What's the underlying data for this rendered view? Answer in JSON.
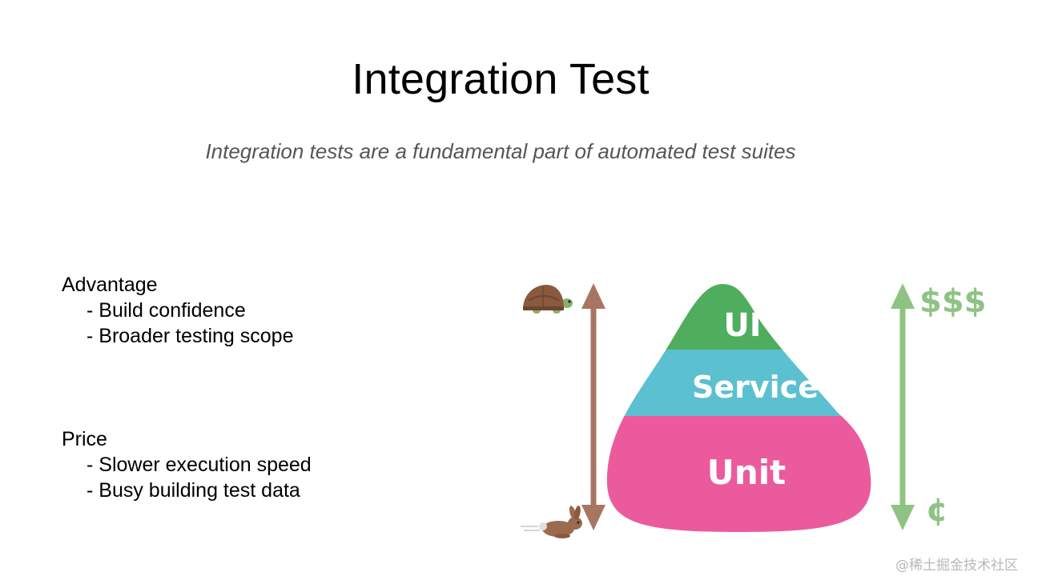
{
  "slide": {
    "title": "Integration Test",
    "subtitle": "Integration tests are a fundamental part of automated test suites"
  },
  "advantage": {
    "heading": "Advantage",
    "items": [
      "- Build confidence",
      "- Broader testing scope"
    ]
  },
  "price": {
    "heading": "Price",
    "items": [
      "- Slower execution speed",
      "- Busy building test data"
    ]
  },
  "pyramid": {
    "layers": [
      {
        "label": "UI",
        "color": "#4fae5d"
      },
      {
        "label": "Service",
        "color": "#5bc0cf"
      },
      {
        "label": "Unit",
        "color": "#ec5a9e"
      }
    ],
    "cost_high": "$$$",
    "cost_low": "¢",
    "speed_arrow_color": "#a97563",
    "cost_arrow_color": "#8fc383"
  },
  "watermark": "@稀土掘金技术社区"
}
